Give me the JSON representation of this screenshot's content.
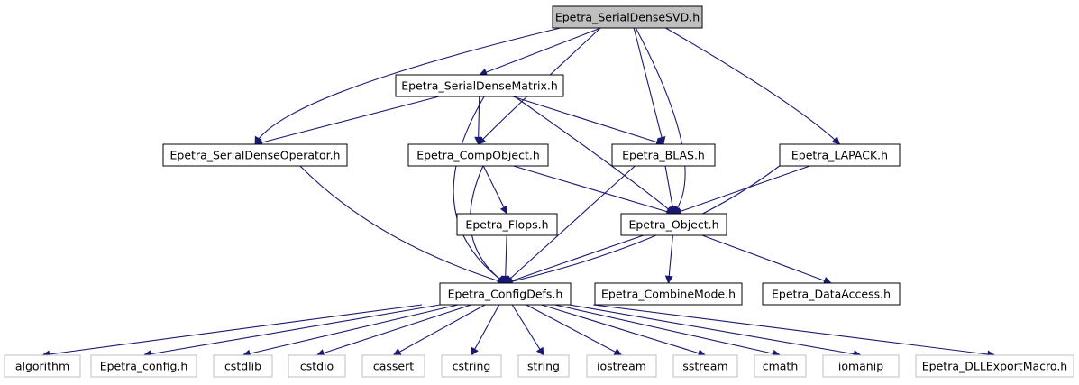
{
  "graph": {
    "colors": {
      "edge": "#191970",
      "root_fill": "#bfbfbf",
      "node_border": "#000000",
      "ext_border": "#bfbfbf",
      "text": "#000000"
    },
    "nodes": [
      {
        "id": "svd",
        "label": "Epetra_SerialDenseSVD.h",
        "kind": "root"
      },
      {
        "id": "sdm",
        "label": "Epetra_SerialDenseMatrix.h",
        "kind": "internal"
      },
      {
        "id": "sdo",
        "label": "Epetra_SerialDenseOperator.h",
        "kind": "internal"
      },
      {
        "id": "comp",
        "label": "Epetra_CompObject.h",
        "kind": "internal"
      },
      {
        "id": "blas",
        "label": "Epetra_BLAS.h",
        "kind": "internal"
      },
      {
        "id": "lapack",
        "label": "Epetra_LAPACK.h",
        "kind": "internal"
      },
      {
        "id": "flops",
        "label": "Epetra_Flops.h",
        "kind": "internal"
      },
      {
        "id": "object",
        "label": "Epetra_Object.h",
        "kind": "internal"
      },
      {
        "id": "config",
        "label": "Epetra_ConfigDefs.h",
        "kind": "internal"
      },
      {
        "id": "combine",
        "label": "Epetra_CombineMode.h",
        "kind": "internal"
      },
      {
        "id": "data",
        "label": "Epetra_DataAccess.h",
        "kind": "internal"
      },
      {
        "id": "algorithm",
        "label": "algorithm",
        "kind": "external"
      },
      {
        "id": "econfig",
        "label": "Epetra_config.h",
        "kind": "external"
      },
      {
        "id": "cstdlib",
        "label": "cstdlib",
        "kind": "external"
      },
      {
        "id": "cstdio",
        "label": "cstdio",
        "kind": "external"
      },
      {
        "id": "cassert",
        "label": "cassert",
        "kind": "external"
      },
      {
        "id": "cstring",
        "label": "cstring",
        "kind": "external"
      },
      {
        "id": "string",
        "label": "string",
        "kind": "external"
      },
      {
        "id": "iostream",
        "label": "iostream",
        "kind": "external"
      },
      {
        "id": "sstream",
        "label": "sstream",
        "kind": "external"
      },
      {
        "id": "cmath",
        "label": "cmath",
        "kind": "external"
      },
      {
        "id": "iomanip",
        "label": "iomanip",
        "kind": "external"
      },
      {
        "id": "dll",
        "label": "Epetra_DLLExportMacro.h",
        "kind": "external"
      }
    ],
    "edges": [
      {
        "from": "svd",
        "to": "sdm"
      },
      {
        "from": "svd",
        "to": "sdo"
      },
      {
        "from": "svd",
        "to": "comp"
      },
      {
        "from": "svd",
        "to": "blas"
      },
      {
        "from": "svd",
        "to": "object"
      },
      {
        "from": "svd",
        "to": "lapack"
      },
      {
        "from": "sdm",
        "to": "sdo"
      },
      {
        "from": "sdm",
        "to": "config"
      },
      {
        "from": "sdm",
        "to": "comp"
      },
      {
        "from": "sdm",
        "to": "blas"
      },
      {
        "from": "sdm",
        "to": "object"
      },
      {
        "from": "sdo",
        "to": "config"
      },
      {
        "from": "comp",
        "to": "config"
      },
      {
        "from": "comp",
        "to": "flops"
      },
      {
        "from": "comp",
        "to": "object"
      },
      {
        "from": "blas",
        "to": "config"
      },
      {
        "from": "blas",
        "to": "object"
      },
      {
        "from": "lapack",
        "to": "object"
      },
      {
        "from": "lapack",
        "to": "config"
      },
      {
        "from": "flops",
        "to": "config"
      },
      {
        "from": "object",
        "to": "config"
      },
      {
        "from": "object",
        "to": "combine"
      },
      {
        "from": "object",
        "to": "data"
      },
      {
        "from": "config",
        "to": "algorithm"
      },
      {
        "from": "config",
        "to": "econfig"
      },
      {
        "from": "config",
        "to": "cstdlib"
      },
      {
        "from": "config",
        "to": "cstdio"
      },
      {
        "from": "config",
        "to": "cassert"
      },
      {
        "from": "config",
        "to": "cstring"
      },
      {
        "from": "config",
        "to": "string"
      },
      {
        "from": "config",
        "to": "iostream"
      },
      {
        "from": "config",
        "to": "sstream"
      },
      {
        "from": "config",
        "to": "cmath"
      },
      {
        "from": "config",
        "to": "iomanip"
      },
      {
        "from": "config",
        "to": "dll"
      }
    ]
  }
}
